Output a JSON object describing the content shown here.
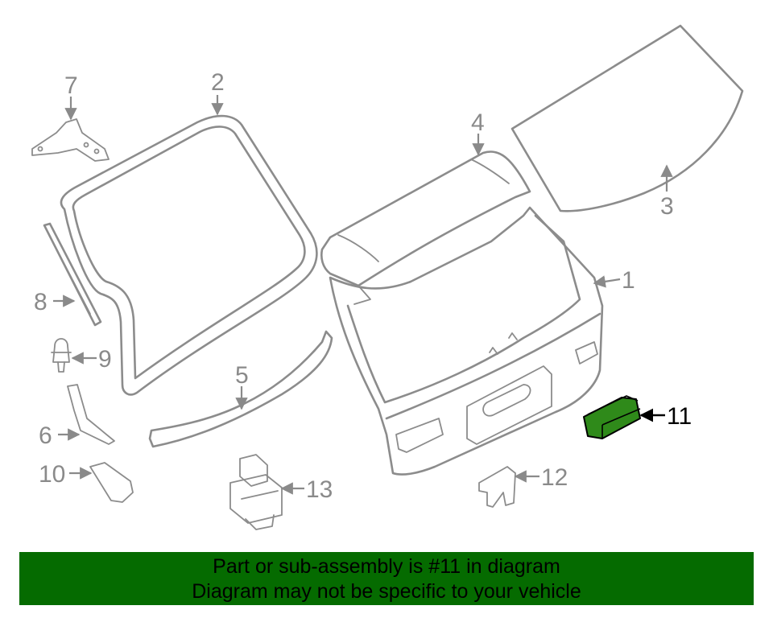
{
  "callouts": {
    "c1": "1",
    "c2": "2",
    "c3": "3",
    "c4": "4",
    "c5": "5",
    "c6": "6",
    "c7": "7",
    "c8": "8",
    "c9": "9",
    "c10": "10",
    "c11": "11",
    "c12": "12",
    "c13": "13"
  },
  "highlight_color": "#2f8a1a",
  "banner": {
    "line1": "Part or sub-assembly is #11 in diagram",
    "line2": "Diagram may not be specific to your vehicle",
    "background": "#056b00"
  }
}
